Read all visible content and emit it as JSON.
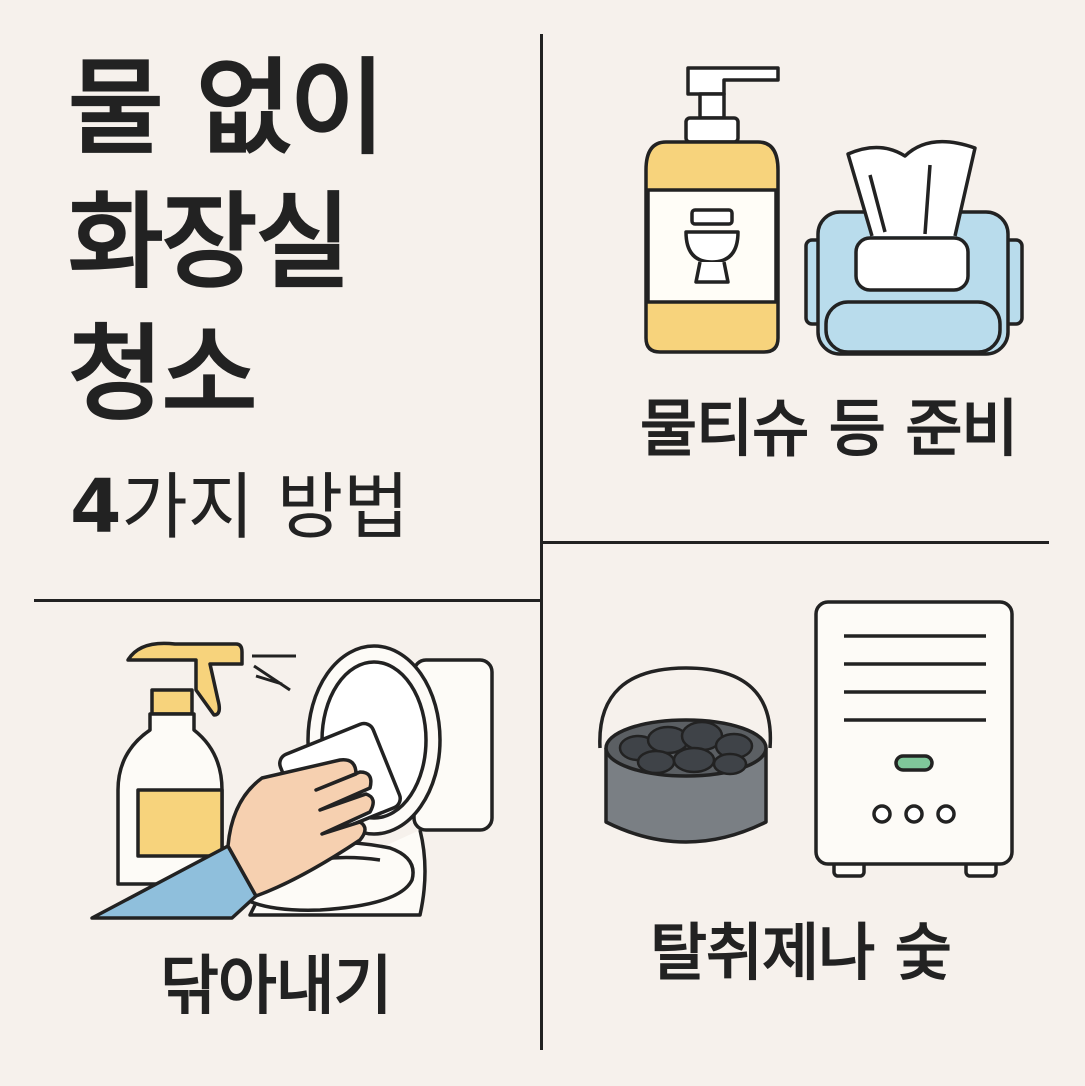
{
  "title": {
    "line1": "물 없이",
    "line2": "화장실",
    "line3": "청소"
  },
  "subtitle": {
    "number": "4",
    "text": "가지 방법"
  },
  "panels": {
    "prep": {
      "caption": "물티슈 등 준비",
      "icons": [
        "soap-bottle-icon",
        "toilet-icon",
        "wet-wipes-icon"
      ]
    },
    "wipe": {
      "caption": "닦아내기",
      "icons": [
        "spray-bottle-icon",
        "toilet-icon",
        "hand-cloth-icon"
      ]
    },
    "deodorize": {
      "caption": "탈취제나 숯",
      "icons": [
        "charcoal-bucket-icon",
        "dehumidifier-icon"
      ]
    }
  },
  "colors": {
    "background": "#f6f1ec",
    "outline": "#222222",
    "bottle_yellow": "#f7d37c",
    "wipes_blue": "#b9dcec",
    "sleeve_blue": "#8fbfdc",
    "skin": "#f6d0b0",
    "charcoal_gray": "#7a7f84",
    "indicator_green": "#7fc79a"
  }
}
